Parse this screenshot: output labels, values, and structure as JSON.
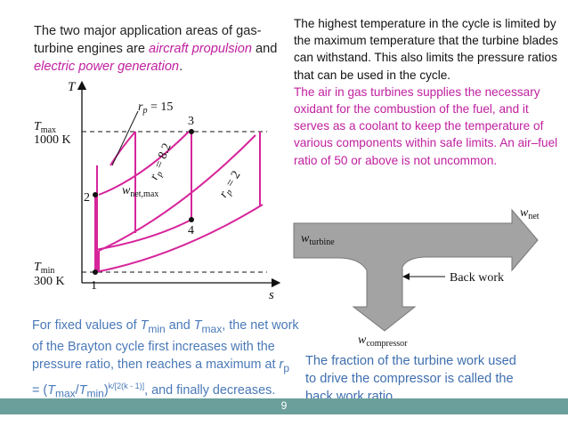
{
  "intro": {
    "text_before": "The two major application areas of gas-turbine engines are ",
    "highlight_1": "aircraft propulsion",
    "text_middle": " and ",
    "highlight_2": "electric power generation",
    "text_after": "."
  },
  "right_text": {
    "paragraph_1": "The highest temperature in the cycle is limited by the maximum temperature that the turbine blades can withstand. This also limits the pressure ratios that can be used in the cycle.",
    "paragraph_2": "The air in gas turbines supplies the necessary oxidant for the combustion of the fuel, and it serves as a coolant to keep the temperature of various components within safe limits. An air–fuel ratio of 50 or above is not uncommon."
  },
  "bottom_left": {
    "t1": "For fixed values of ",
    "tmin_sym": "T",
    "tmin_sub": "min",
    "t2": " and ",
    "tmax_sym": "T",
    "tmax_sub": "max",
    "t3": ", the net work of the Brayton cycle first increases with the pressure ratio, then reaches a maximum at ",
    "rp_sym": "r",
    "rp_sub": "p",
    "t4": " = (",
    "ratio_t1": "T",
    "ratio_t1_sub": "max",
    "ratio_slash": "/",
    "ratio_t2": "T",
    "ratio_t2_sub": "min",
    "t5": ")",
    "exponent": "k/[2(k - 1)]",
    "t6": ", and finally decreases."
  },
  "bottom_right": {
    "text": "The fraction of the turbine work used to drive the compressor is called the back work ratio."
  },
  "page_number": "9",
  "ts_diagram": {
    "axis_t": "T",
    "axis_s": "s",
    "tmax_sym": "T",
    "tmax_sub": "max",
    "tmax_val": "1000 K",
    "tmin_sym": "T",
    "tmin_sub": "min",
    "tmin_val": "300 K",
    "rp15_sym": "r",
    "rp15_sub": "p",
    "rp15_val": " = 15",
    "rp82_sym": "r",
    "rp82_sub": "p",
    "rp82_val": " = 8.2",
    "rp2_sym": "r",
    "rp2_sub": "p",
    "rp2_val": " = 2",
    "wnet_sym": "w",
    "wnet_sub": "net,max",
    "state_1": "1",
    "state_2": "2",
    "state_3": "3",
    "state_4": "4"
  },
  "work_diagram": {
    "wturbine_sym": "w",
    "wturbine_sub": "turbine",
    "wnet_sym": "w",
    "wnet_sub": "net",
    "back_work": "Back work",
    "wcomp_sym": "w",
    "wcomp_sub": "compressor"
  },
  "colors": {
    "magenta": "#c020a0",
    "blue_text": "#4a79b8",
    "footer_bar": "#6a9f9b",
    "arrow_fill": "#a3a3a3",
    "background": "#ffffff"
  }
}
